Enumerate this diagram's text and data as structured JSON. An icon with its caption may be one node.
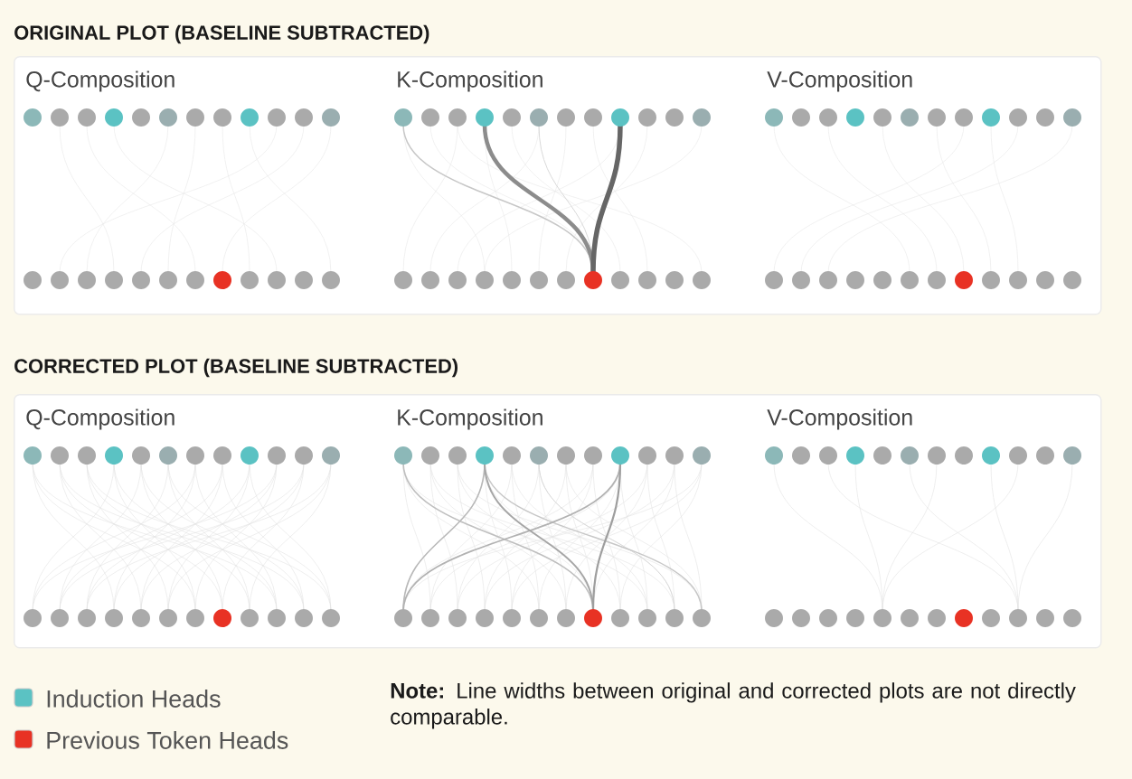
{
  "diagram": {
    "nodes": [
      {
        "text": [
          "ORIGINAL PLOT (BASELINE SUBTRACTED)",
          "Q-Composition",
          "K-Composition",
          "V-Composition"
        ]
      },
      {
        "text": [
          "CORRECTED PLOT (BASELINE SUBTRACTED)",
          "Q-Composition",
          "K-Composition",
          "V-Composition"
        ]
      }
    ],
    "labels": [
      "**Note:** Line widths between original and corrected plots are not directly comparable."
    ],
    "legend": [
      {
        "text": "Induction Heads",
        "color": "#5bc2c3"
      },
      {
        "text": "Previous Token Heads",
        "color": "#e83224"
      }
    ]
  }
}
